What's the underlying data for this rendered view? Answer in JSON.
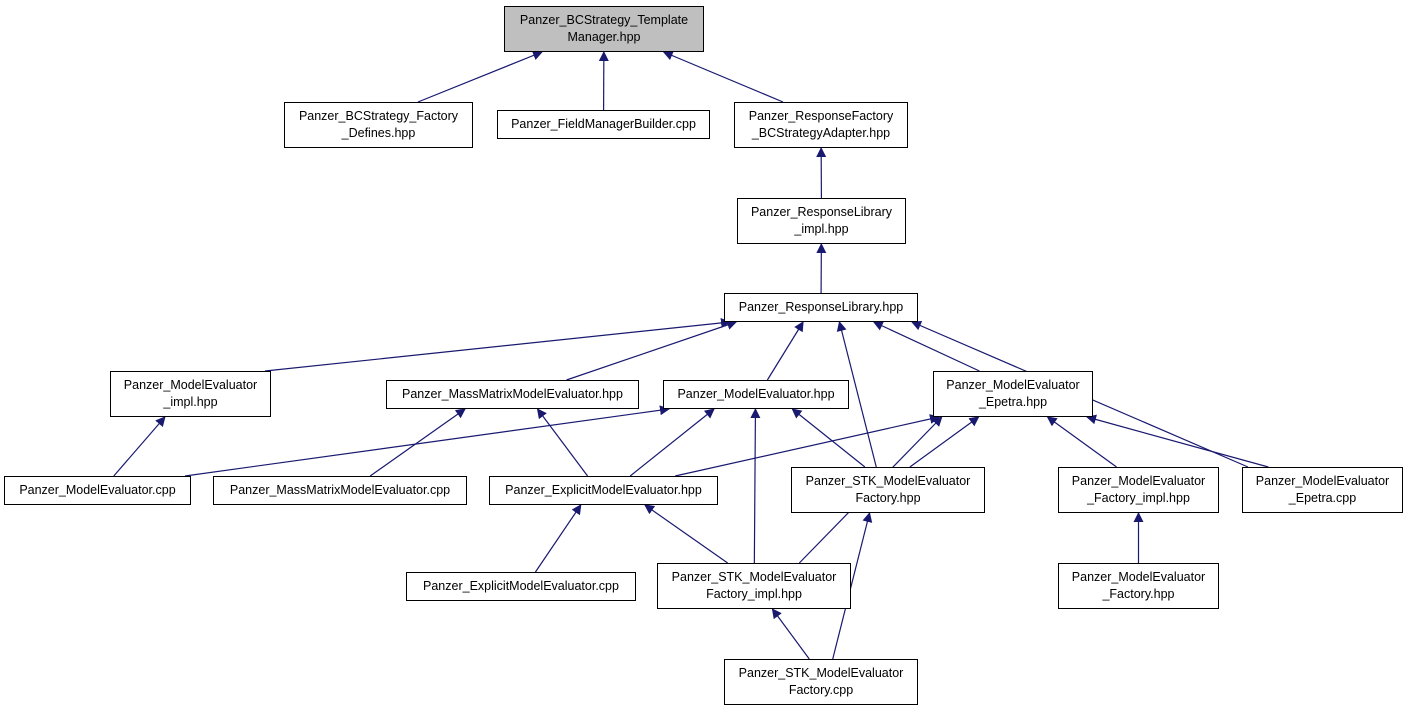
{
  "diagram": {
    "colors": {
      "edge": "#191970",
      "root_fill": "#bfbfbf",
      "node_fill": "#ffffff",
      "border": "#000000"
    },
    "nodes": [
      {
        "id": "n0",
        "label": "Panzer_BCStrategy_Template\nManager.hpp",
        "root": true
      },
      {
        "id": "n1",
        "label": "Panzer_BCStrategy_Factory\n_Defines.hpp"
      },
      {
        "id": "n2",
        "label": "Panzer_FieldManagerBuilder.cpp"
      },
      {
        "id": "n3",
        "label": "Panzer_ResponseFactory\n_BCStrategyAdapter.hpp"
      },
      {
        "id": "n4",
        "label": "Panzer_ResponseLibrary\n_impl.hpp"
      },
      {
        "id": "n5",
        "label": "Panzer_ResponseLibrary.hpp"
      },
      {
        "id": "n6",
        "label": "Panzer_ModelEvaluator\n_impl.hpp"
      },
      {
        "id": "n7",
        "label": "Panzer_MassMatrixModelEvaluator.hpp"
      },
      {
        "id": "n8",
        "label": "Panzer_ModelEvaluator.hpp"
      },
      {
        "id": "n9",
        "label": "Panzer_ModelEvaluator\n_Epetra.hpp"
      },
      {
        "id": "n10",
        "label": "Panzer_ModelEvaluator.cpp"
      },
      {
        "id": "n11",
        "label": "Panzer_MassMatrixModelEvaluator.cpp"
      },
      {
        "id": "n12",
        "label": "Panzer_ExplicitModelEvaluator.hpp"
      },
      {
        "id": "n13",
        "label": "Panzer_STK_ModelEvaluator\nFactory.hpp"
      },
      {
        "id": "n14",
        "label": "Panzer_ModelEvaluator\n_Factory_impl.hpp"
      },
      {
        "id": "n15",
        "label": "Panzer_ModelEvaluator\n_Epetra.cpp"
      },
      {
        "id": "n16",
        "label": "Panzer_ExplicitModelEvaluator.cpp"
      },
      {
        "id": "n17",
        "label": "Panzer_STK_ModelEvaluator\nFactory_impl.hpp"
      },
      {
        "id": "n18",
        "label": "Panzer_ModelEvaluator\n_Factory.hpp"
      },
      {
        "id": "n19",
        "label": "Panzer_STK_ModelEvaluator\nFactory.cpp"
      }
    ],
    "edges": [
      [
        "n1",
        "n0"
      ],
      [
        "n2",
        "n0"
      ],
      [
        "n3",
        "n0"
      ],
      [
        "n4",
        "n3"
      ],
      [
        "n5",
        "n4"
      ],
      [
        "n6",
        "n5"
      ],
      [
        "n7",
        "n5"
      ],
      [
        "n8",
        "n5"
      ],
      [
        "n13",
        "n5"
      ],
      [
        "n9",
        "n5"
      ],
      [
        "n15",
        "n5"
      ],
      [
        "n10",
        "n6"
      ],
      [
        "n10",
        "n8"
      ],
      [
        "n11",
        "n7"
      ],
      [
        "n12",
        "n7"
      ],
      [
        "n12",
        "n8"
      ],
      [
        "n17",
        "n8"
      ],
      [
        "n13",
        "n8"
      ],
      [
        "n12",
        "n9"
      ],
      [
        "n13",
        "n9"
      ],
      [
        "n17",
        "n9"
      ],
      [
        "n14",
        "n9"
      ],
      [
        "n15",
        "n9"
      ],
      [
        "n16",
        "n12"
      ],
      [
        "n17",
        "n12"
      ],
      [
        "n19",
        "n13"
      ],
      [
        "n19",
        "n17"
      ],
      [
        "n18",
        "n14"
      ]
    ]
  }
}
